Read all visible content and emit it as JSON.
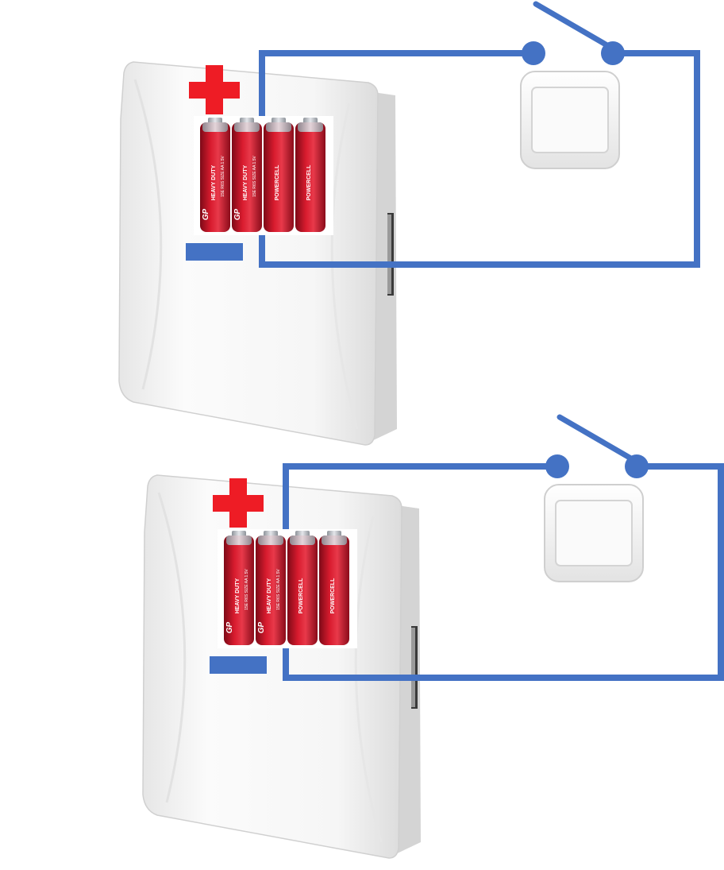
{
  "colors": {
    "wire": "#4472c4",
    "plus": "#ee1c25",
    "minus": "#4472c4",
    "battery_red": "#c8102e",
    "battery_dark": "#7d0a17",
    "battery_silver": "#c9ccd1",
    "housing": "#f4f4f4",
    "housing_shadow": "#d9d9d9",
    "switch_plate": "#f7f7f7"
  },
  "icons": {
    "plus": "plus-terminal-icon",
    "minus": "minus-terminal-icon",
    "battery": "aa-battery-icon",
    "switch": "wall-switch-icon",
    "contact": "switch-contact-icon"
  },
  "battery_label": {
    "brand": "GP",
    "line1": "HEAVY DUTY",
    "line2": "15E R6S SIZE AA 1.5V",
    "line3": "POWERCELL"
  },
  "diagrams": [
    {
      "id": "circuit-top",
      "battery_count": 4,
      "switch_state": "open"
    },
    {
      "id": "circuit-bottom",
      "battery_count": 4,
      "switch_state": "open"
    }
  ]
}
